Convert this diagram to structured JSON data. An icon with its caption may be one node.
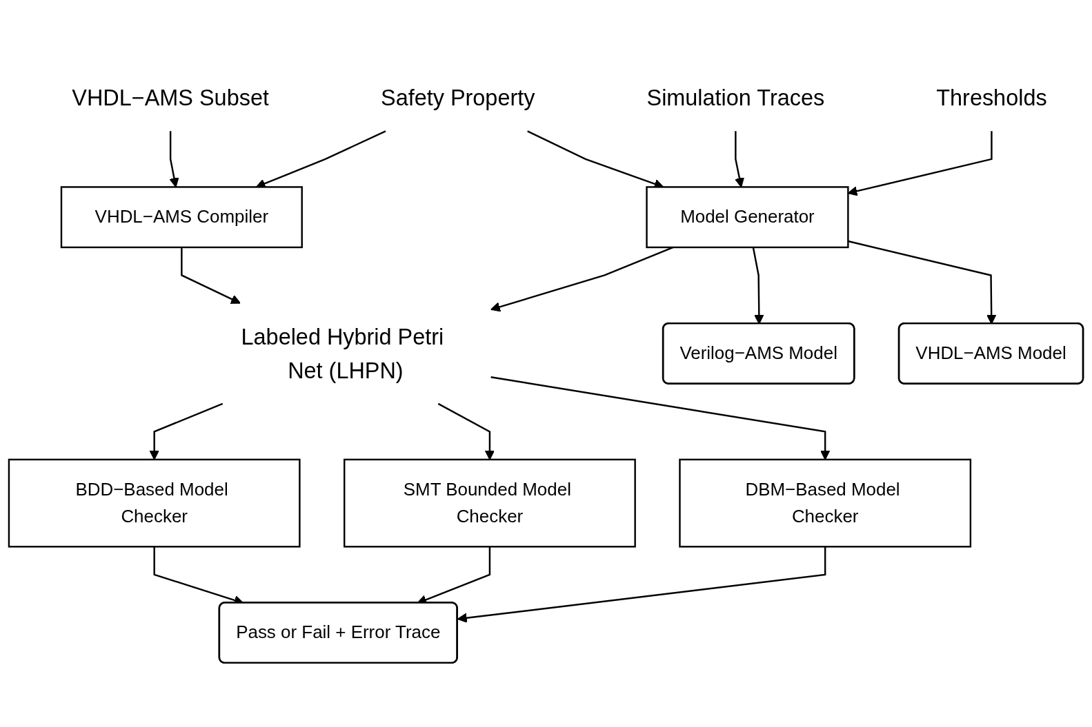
{
  "diagram": {
    "nodes": [
      {
        "text": [
          "VHDL−AMS Subset"
        ]
      },
      {
        "text": [
          "Safety Property"
        ]
      },
      {
        "text": [
          "Simulation Traces"
        ]
      },
      {
        "text": [
          "Thresholds"
        ]
      },
      {
        "text": [
          "VHDL−AMS Compiler"
        ]
      },
      {
        "text": [
          "Model Generator"
        ]
      },
      {
        "text": [
          "Labeled Hybrid Petri Net (LHPN)"
        ]
      },
      {
        "text": [
          "Verilog−AMS Model"
        ]
      },
      {
        "text": [
          "VHDL−AMS Model"
        ]
      },
      {
        "text": [
          "BDD−Based Model Checker"
        ]
      },
      {
        "text": [
          "SMT Bounded Model Checker"
        ]
      },
      {
        "text": [
          "DBM−Based Model Checker"
        ]
      },
      {
        "text": [
          "Pass or Fail + Error Trace"
        ]
      }
    ],
    "edges": [
      {
        "from": 0,
        "to": 4,
        "arrow": "to"
      },
      {
        "from": 1,
        "to": 4,
        "arrow": "to"
      },
      {
        "from": 1,
        "to": 5,
        "arrow": "to"
      },
      {
        "from": 2,
        "to": 5,
        "arrow": "to"
      },
      {
        "from": 3,
        "to": 5,
        "arrow": "to"
      },
      {
        "from": 4,
        "to": 6,
        "arrow": "to"
      },
      {
        "from": 5,
        "to": 6,
        "arrow": "to"
      },
      {
        "from": 5,
        "to": 7,
        "arrow": "to"
      },
      {
        "from": 5,
        "to": 8,
        "arrow": "to"
      },
      {
        "from": 6,
        "to": 9,
        "arrow": "to"
      },
      {
        "from": 6,
        "to": 10,
        "arrow": "to"
      },
      {
        "from": 6,
        "to": 11,
        "arrow": "to"
      },
      {
        "from": 9,
        "to": 12,
        "arrow": "to"
      },
      {
        "from": 10,
        "to": 12,
        "arrow": "to"
      },
      {
        "from": 11,
        "to": 12,
        "arrow": "to"
      }
    ]
  }
}
